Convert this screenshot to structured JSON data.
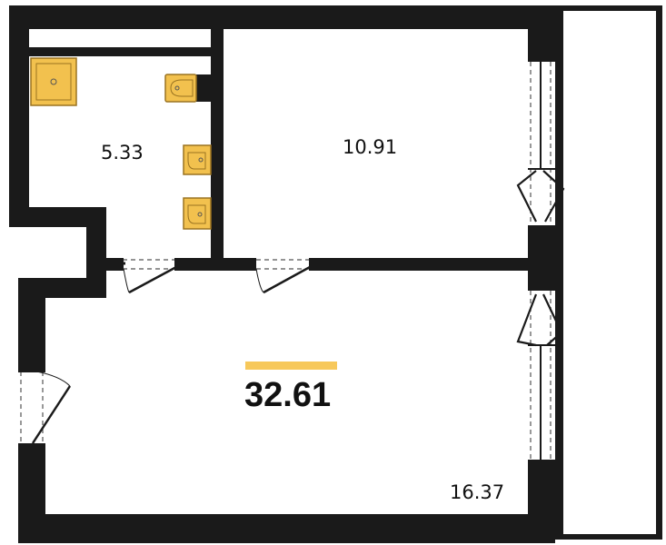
{
  "plan": {
    "total_area": "32.61",
    "rooms": {
      "bathroom": {
        "area": "5.33"
      },
      "bedroom": {
        "area": "10.91"
      },
      "living": {
        "area": "16.37"
      }
    }
  },
  "colors": {
    "wall": "#1a1a1a",
    "fixture_fill": "#f2c14e",
    "fixture_stroke": "#9a7320",
    "accent": "#f7c85a",
    "window_dash": "#555555",
    "background": "#ffffff"
  },
  "icons": [
    "shower-tray-icon",
    "toilet-icon",
    "sink-icon",
    "washing-machine-icon",
    "door-swing-icon",
    "window-icon"
  ]
}
